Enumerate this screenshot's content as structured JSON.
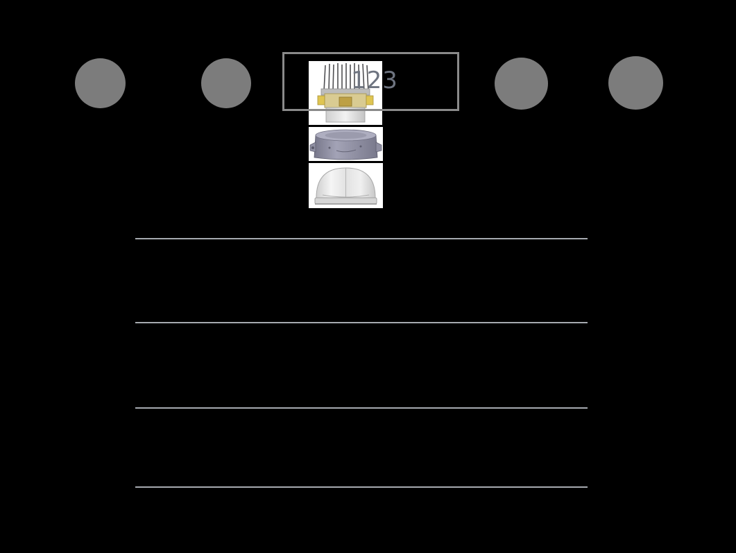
{
  "page": {
    "background_color": "#000000"
  },
  "stepper": {
    "active_label": "123",
    "circle_color": "#7c7c7c",
    "active_box_border_color": "#8a8a8a",
    "circles": [
      {
        "id": "step-1"
      },
      {
        "id": "step-2"
      },
      {
        "id": "step-4"
      },
      {
        "id": "step-5"
      }
    ]
  },
  "product_stack": {
    "items": [
      {
        "name": "pin-base-component-image"
      },
      {
        "name": "housing-component-image"
      },
      {
        "name": "dome-component-image"
      }
    ]
  },
  "table": {
    "divider_count": 4,
    "divider_color": "#a6aab0"
  },
  "label_style": {
    "color": "#6e7480"
  }
}
